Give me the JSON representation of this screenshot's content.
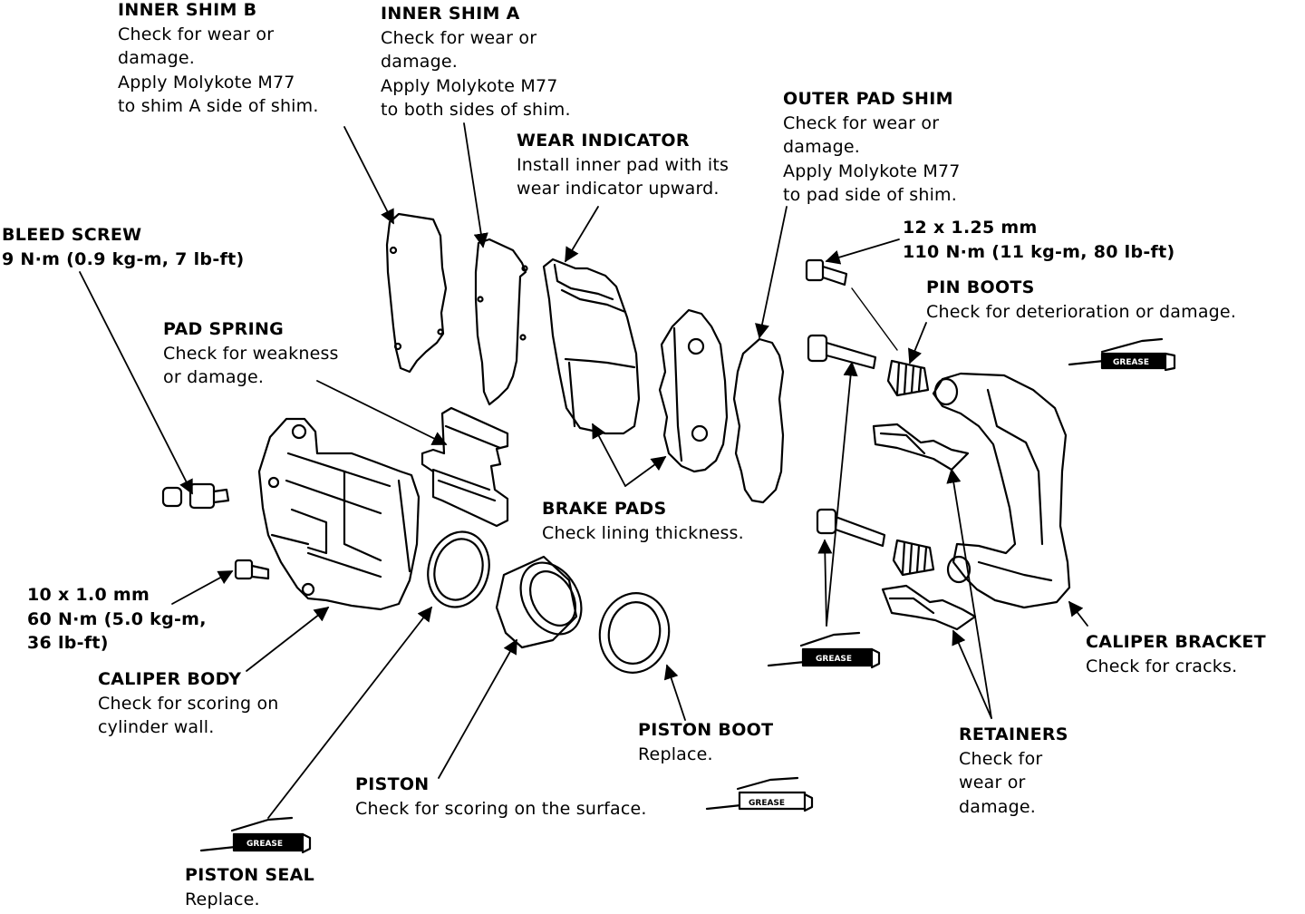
{
  "callouts": {
    "inner_shim_b": {
      "title": "INNER SHIM B",
      "lines": [
        "Check for wear or",
        "damage.",
        "Apply Molykote M77",
        "to shim A side of shim."
      ]
    },
    "inner_shim_a": {
      "title": "INNER SHIM A",
      "lines": [
        "Check for wear or",
        "damage.",
        "Apply Molykote M77",
        "to both sides of shim."
      ]
    },
    "wear_indicator": {
      "title": "WEAR INDICATOR",
      "lines": [
        "Install inner pad with its",
        "wear indicator upward."
      ]
    },
    "outer_pad_shim": {
      "title": "OUTER PAD SHIM",
      "lines": [
        "Check for wear or",
        "damage.",
        "Apply Molykote M77",
        "to pad side of shim."
      ]
    },
    "bleed_screw": {
      "title": "BLEED SCREW",
      "lines": [
        "9 N·m (0.9 kg-m, 7 lb-ft)"
      ]
    },
    "bolt_12": {
      "lines": [
        "12 x 1.25 mm",
        "110 N·m (11 kg-m, 80 lb-ft)"
      ]
    },
    "pin_boots": {
      "title": "PIN BOOTS",
      "lines": [
        "Check for deterioration or damage."
      ]
    },
    "pad_spring": {
      "title": "PAD SPRING",
      "lines": [
        "Check for weakness",
        "or damage."
      ]
    },
    "brake_pads": {
      "title": "BRAKE PADS",
      "lines": [
        "Check lining thickness."
      ]
    },
    "bolt_10": {
      "lines": [
        "10 x 1.0 mm",
        "60 N·m (5.0 kg-m,",
        "36 lb-ft)"
      ]
    },
    "caliper_body": {
      "title": "CALIPER BODY",
      "lines": [
        "Check for scoring on",
        "cylinder wall."
      ]
    },
    "caliper_bracket": {
      "title": "CALIPER BRACKET",
      "lines": [
        "Check for cracks."
      ]
    },
    "piston_boot": {
      "title": "PISTON BOOT",
      "lines": [
        "Replace."
      ]
    },
    "retainers": {
      "title": "RETAINERS",
      "lines": [
        "Check for",
        "wear or",
        "damage."
      ]
    },
    "piston": {
      "title": "PISTON",
      "lines": [
        "Check for scoring on the surface."
      ]
    },
    "piston_seal": {
      "title": "PISTON SEAL",
      "lines": [
        "Replace."
      ]
    }
  },
  "grease_label": "GREASE"
}
